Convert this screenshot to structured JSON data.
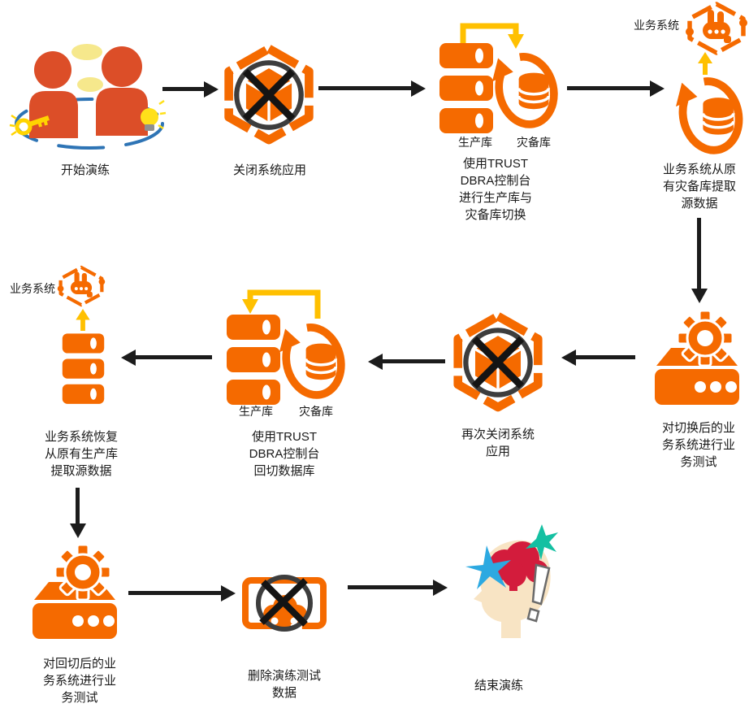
{
  "colors": {
    "primary_orange": "#F56A00",
    "person_orange_red": "#DC4E28",
    "gold_arrow": "#FFC000",
    "pale_yellow_bubble": "#F6E88C",
    "bulb_yellow": "#FFE01A",
    "key_yellow": "#FFD400",
    "dashed_blue": "#2E74B5",
    "flow_arrow_black": "#1C1C1C",
    "cross_circle_gray": "#3D3D3D",
    "brain_red": "#D31C3C",
    "burst_blue": "#2CA9E1",
    "burst_teal": "#14C0A2",
    "head_skin": "#F8E4C4"
  },
  "icons": {
    "start": "two-people-discussion-icon",
    "close_app": "hexagon-cube-crossed-icon",
    "switch_db": "server-stack-and-db-sync-icon",
    "extract_from_dr": "app-hexagon-and-db-sync-icon",
    "test_after_switch": "gear-server-icon",
    "close_app_again": "hexagon-cube-crossed-icon",
    "switch_back": "server-stack-and-db-sync-icon",
    "restore_from_prod": "app-hexagon-and-server-icon",
    "test_after_switchback": "gear-server-icon",
    "delete_test_data": "data-box-crossed-icon",
    "end": "head-idea-burst-icon"
  },
  "nodes": {
    "start": {
      "caption": "开始演练"
    },
    "close_app": {
      "caption": "关闭系统应用"
    },
    "switch_db": {
      "caption": "使用TRUST\nDBRA控制台\n进行生产库与\n灾备库切换",
      "label_production": "生产库",
      "label_dr": "灾备库"
    },
    "extract_from_dr": {
      "system_label": "业务系统",
      "caption": "业务系统从原\n有灾备库提取\n源数据"
    },
    "test_after_switch": {
      "caption": "对切换后的业\n务系统进行业\n务测试"
    },
    "close_app_again": {
      "caption": "再次关闭系统\n应用"
    },
    "switch_back": {
      "caption": "使用TRUST\nDBRA控制台\n回切数据库",
      "label_production": "生产库",
      "label_dr": "灾备库"
    },
    "restore_from_prod": {
      "system_label": "业务系统",
      "caption": "业务系统恢复\n从原有生产库\n提取源数据"
    },
    "test_after_switchback": {
      "caption": "对回切后的业\n务系统进行业\n务测试"
    },
    "delete_test_data": {
      "caption": "删除演练测试\n数据"
    },
    "end": {
      "caption": "结束演练"
    }
  }
}
